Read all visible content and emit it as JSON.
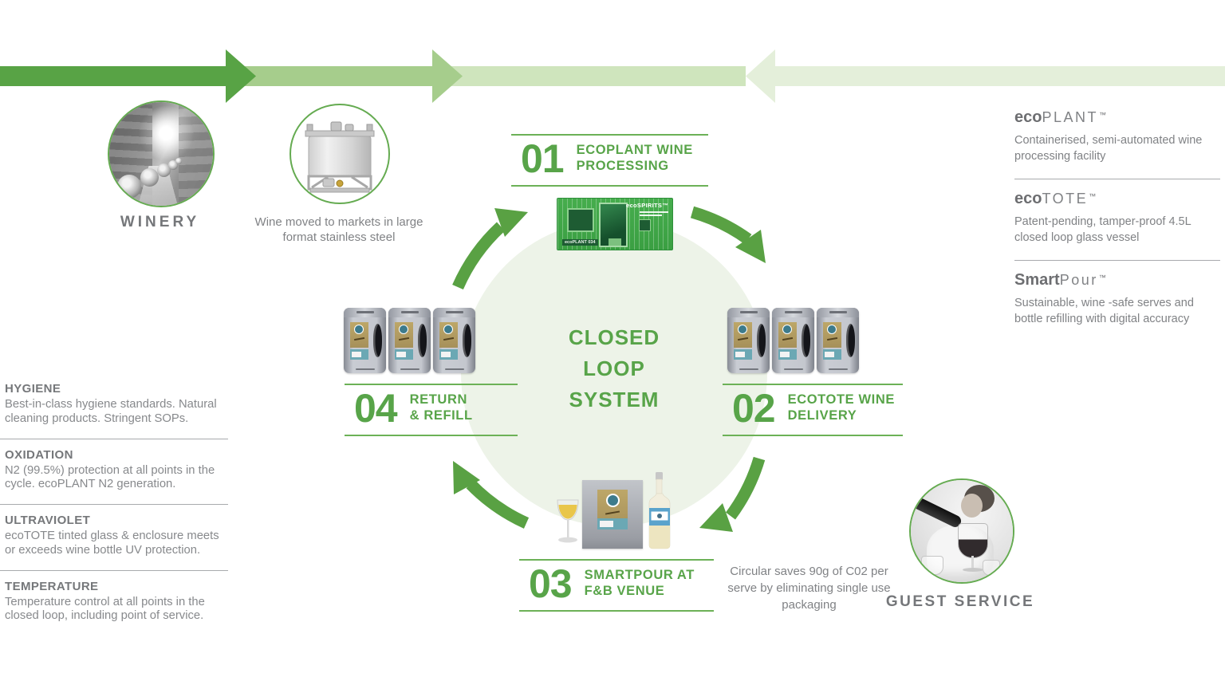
{
  "diagram": {
    "center": {
      "lines": [
        "CLOSED",
        "LOOP",
        "SYSTEM"
      ]
    },
    "steps": [
      {
        "num": "01",
        "line1": "ECOPLANT WINE",
        "line2": "PROCESSING"
      },
      {
        "num": "02",
        "line1": "ECOTOTE WINE",
        "line2": "DELIVERY"
      },
      {
        "num": "03",
        "line1": "SMARTPOUR AT",
        "line2": "F&B VENUE"
      },
      {
        "num": "04",
        "line1": "RETURN",
        "line2": "& REFILL"
      }
    ],
    "winery_caption": "WINERY",
    "steel_note": "Wine moved to markets in large format stainless steel",
    "guest_caption": "GUEST SERVICE",
    "co2_note": "Circular saves 90g of C02 per serve by eliminating single use packaging",
    "container": {
      "brand": "ecoSPIRITS™",
      "badge": "ecoPLANT 034"
    },
    "right_products": [
      {
        "bold": "eco",
        "light": "PLANT",
        "tm": "™",
        "desc": "Containerised, semi-automated wine processing facility"
      },
      {
        "bold": "eco",
        "light": "TOTE",
        "tm": "™",
        "desc": "Patent-pending, tamper-proof 4.5L closed loop glass vessel"
      },
      {
        "bold": "Smart",
        "light": "Pour",
        "tm": "™",
        "desc": "Sustainable, wine -safe serves and bottle refilling with digital accuracy"
      }
    ],
    "left_notes": [
      {
        "heading": "HYGIENE",
        "desc": "Best-in-class hygiene standards. Natural cleaning products. Stringent SOPs."
      },
      {
        "heading": "OXIDATION",
        "desc": "N2 (99.5%) protection at all points in the cycle. ecoPLANT N2 generation."
      },
      {
        "heading": "ULTRAVIOLET",
        "desc": "ecoTOTE tinted glass & enclosure meets or exceeds wine bottle UV protection."
      },
      {
        "heading": "TEMPERATURE",
        "desc": "Temperature control at all points in the closed loop, including point of service."
      }
    ],
    "colors": {
      "accent_green": "#58a449",
      "rule_green": "#6cb157",
      "loop_arrow_green": "#59a143",
      "banner_greens": [
        "#58a345",
        "#a6cd8c",
        "#cfe5bd",
        "#e4efda"
      ],
      "loop_circle_bg": "#edf3e8",
      "text_gray": "#808285",
      "heading_gray": "#75777a",
      "container_green": "#3fa847",
      "tote_gold": "#b29c5b",
      "tote_teal": "#6ba8b4",
      "bottle_label_blue": "#5aa3cc",
      "wine_yellow": "#e9c64a"
    }
  }
}
